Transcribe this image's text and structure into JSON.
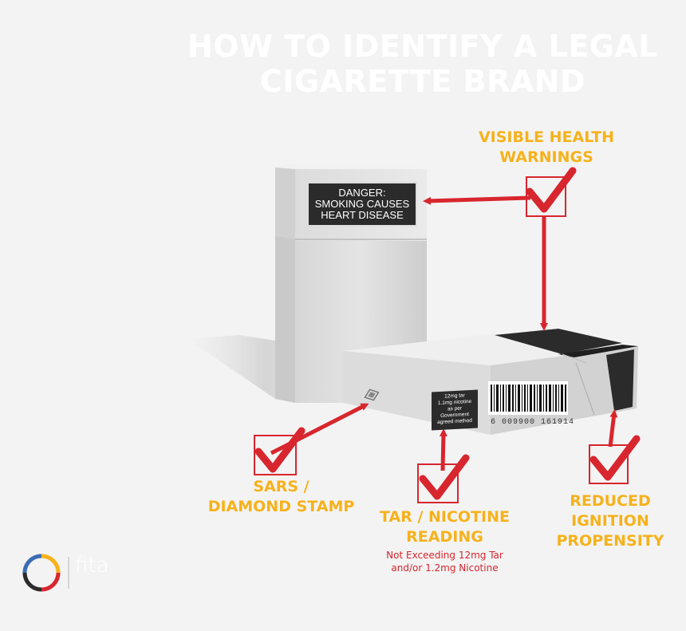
{
  "title": {
    "line1": "HOW TO IDENTIFY A LEGAL",
    "line2": "CIGARETTE BRAND"
  },
  "health_warning_box": {
    "line1": "DANGER:",
    "line2": "SMOKING CAUSES",
    "line3": "HEART DISEASE"
  },
  "callouts": {
    "visible_health": {
      "line1": "VISIBLE HEALTH",
      "line2": "WARNINGS"
    },
    "sars": {
      "line1": "SARS /",
      "line2": "DIAMOND STAMP"
    },
    "tar": {
      "line1": "TAR / NICOTINE",
      "line2": "READING",
      "sub1": "Not Exceeding 12mg Tar",
      "sub2": "and/or 1.2mg Nicotine"
    },
    "reduced": {
      "line1": "REDUCED",
      "line2": "IGNITION",
      "line3": "PROPENSITY"
    }
  },
  "pack_labels": {
    "tar_box": [
      "12mg tar",
      "1.1mg nicotine",
      "as per",
      "Government",
      "agreed method"
    ],
    "barcode_number": "6 009900 161914"
  },
  "logo": {
    "text": "fita"
  },
  "colors": {
    "accent_orange": "#f6b21b",
    "check_red": "#d8262e",
    "background": "#f3f3f3"
  },
  "icons": [
    "check-mark-icon",
    "arrow-icon",
    "diamond-stamp-icon",
    "barcode-icon",
    "fita-logo-icon"
  ]
}
